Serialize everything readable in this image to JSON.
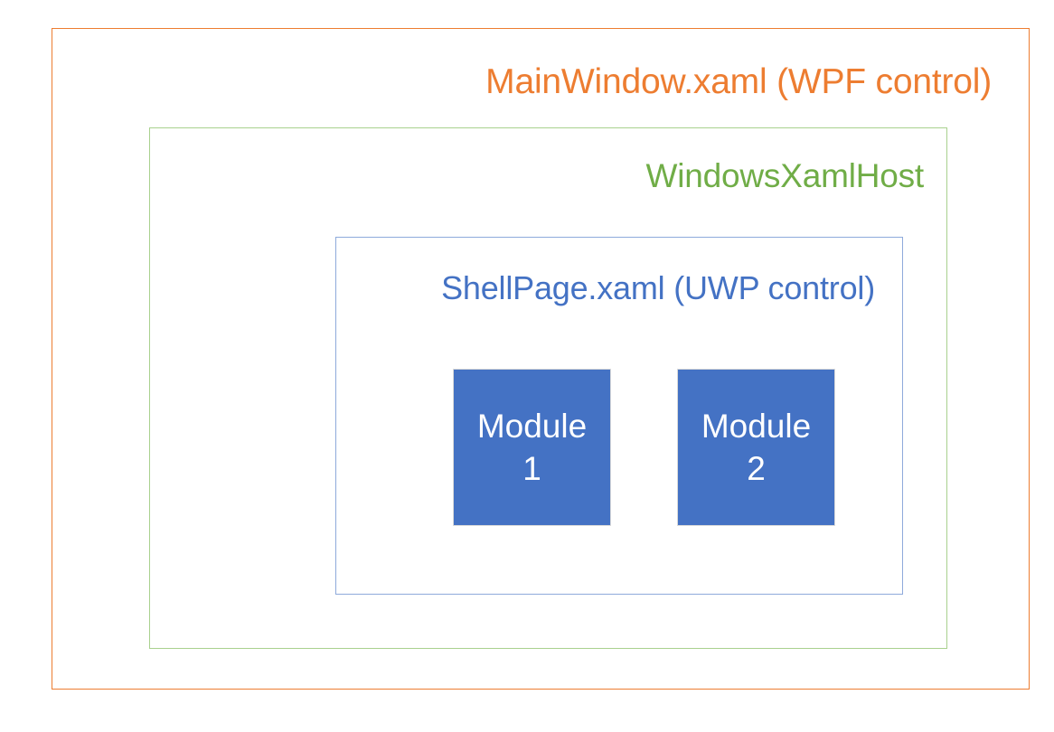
{
  "diagram": {
    "title": "MainWindow.xaml (WPF control)",
    "background_color": "#FFFFFF",
    "layers": [
      {
        "id": "mainwindow",
        "label": "MainWindow.xaml (WPF control)",
        "border_color": "#ED7D31",
        "text_color": "#ED7D31",
        "fill": "none",
        "level": 1
      },
      {
        "id": "windowsxamlhost",
        "label": "WindowsXamlHost",
        "border_color": "#A9D18E",
        "text_color": "#70AD47",
        "fill": "none",
        "level": 2
      },
      {
        "id": "shellpage",
        "label": "ShellPage.xaml (UWP control)",
        "border_color": "#8EAADB",
        "text_color": "#4472C4",
        "fill": "none",
        "level": 3
      }
    ],
    "modules": [
      {
        "id": "module-1",
        "name_line_1": "Module",
        "name_line_2": "1",
        "fill_color": "#4472C4",
        "text_color": "#FFFFFF",
        "border_color": "#D9D9D9"
      },
      {
        "id": "module-2",
        "name_line_1": "Module",
        "name_line_2": "2",
        "fill_color": "#4472C4",
        "text_color": "#FFFFFF",
        "border_color": "#D9D9D9"
      }
    ]
  }
}
